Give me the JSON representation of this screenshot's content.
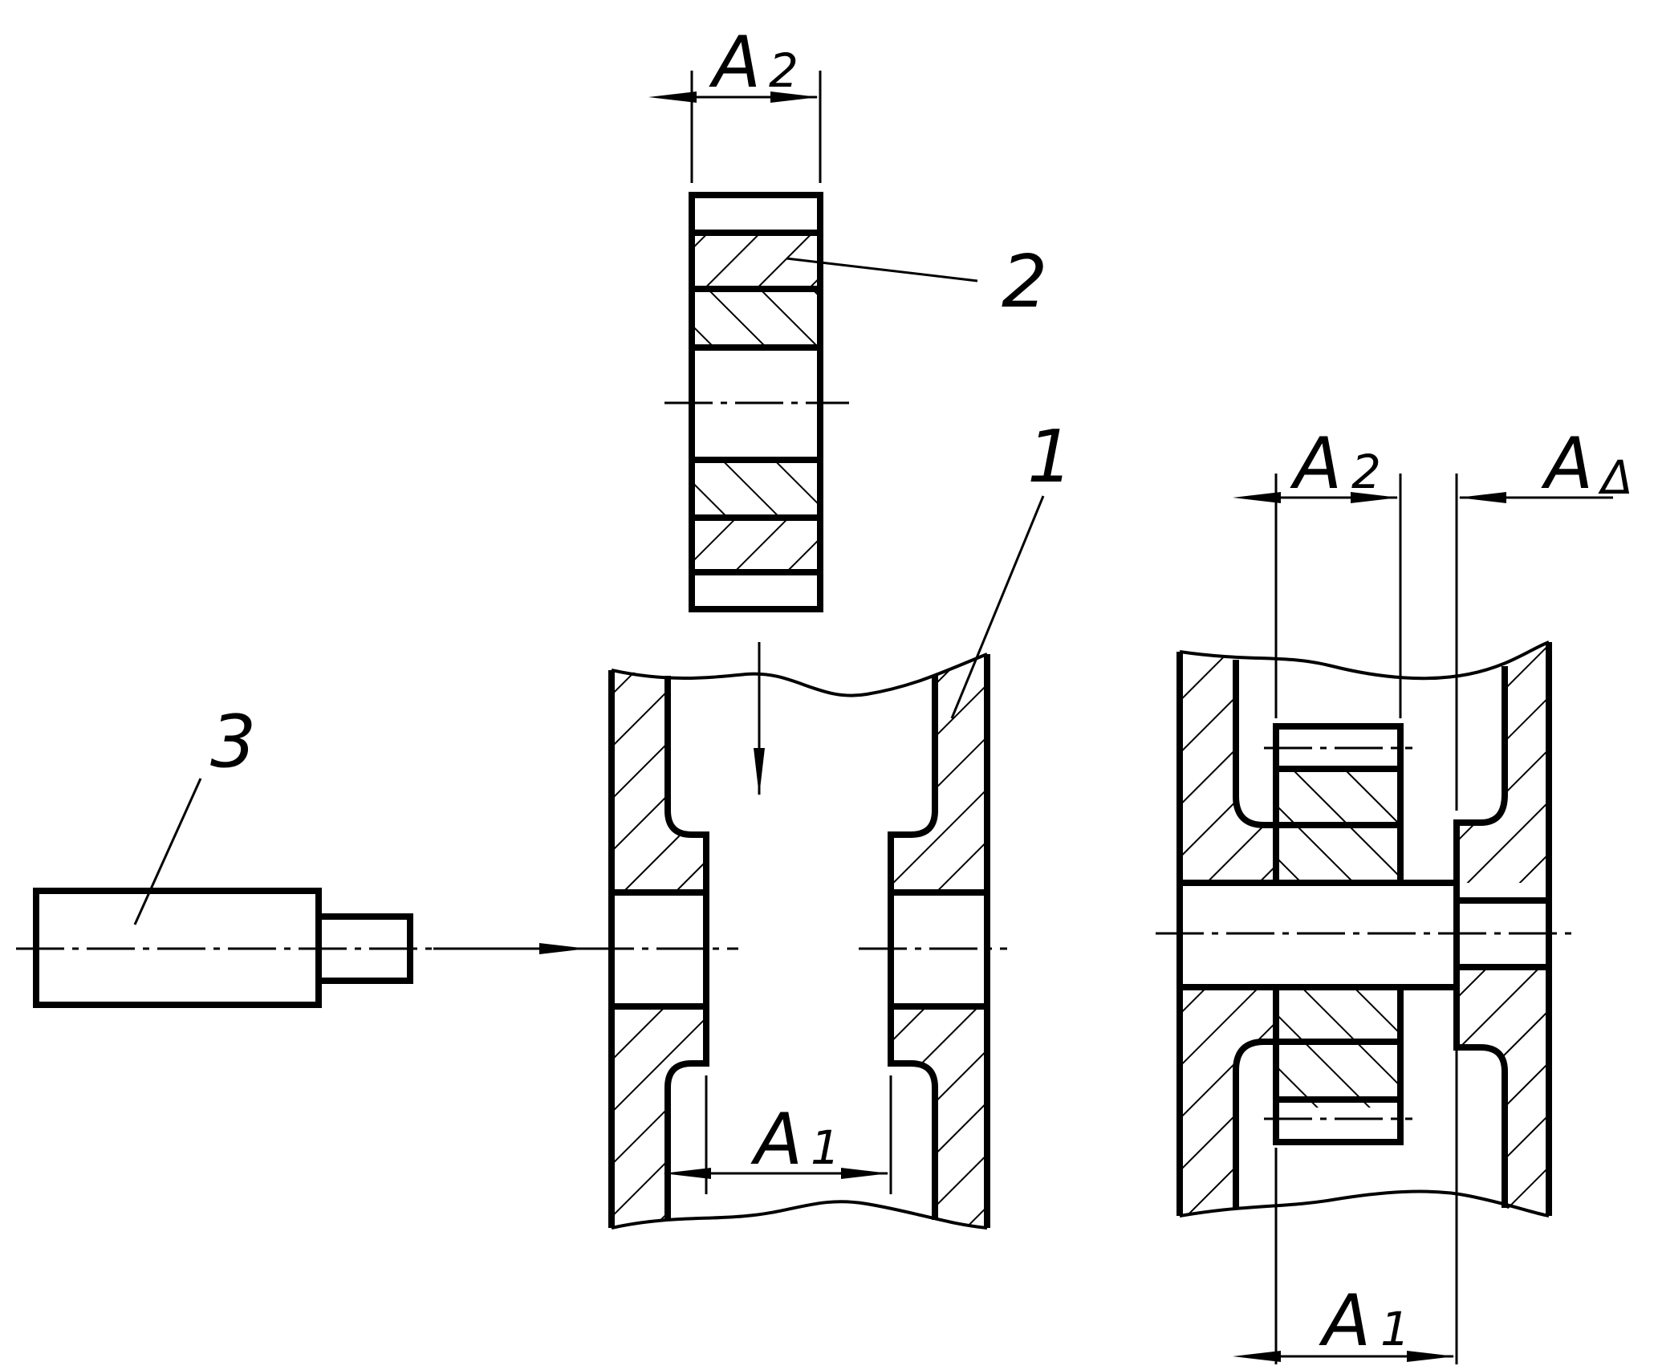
{
  "diagram": {
    "colors": {
      "line": "#000000",
      "background": "#ffffff"
    },
    "part_labels": {
      "body": "1",
      "gear": "2",
      "shaft": "3"
    },
    "dimensions": {
      "gear_width": {
        "letter": "A",
        "subscript": "2"
      },
      "body_gap": {
        "letter": "A",
        "subscript": "1"
      },
      "assembly_gear_width": {
        "letter": "A",
        "subscript": "2"
      },
      "assembly_clearance": {
        "letter": "A",
        "subscript": "Δ"
      },
      "assembly_gap": {
        "letter": "A",
        "subscript": "1"
      }
    }
  }
}
